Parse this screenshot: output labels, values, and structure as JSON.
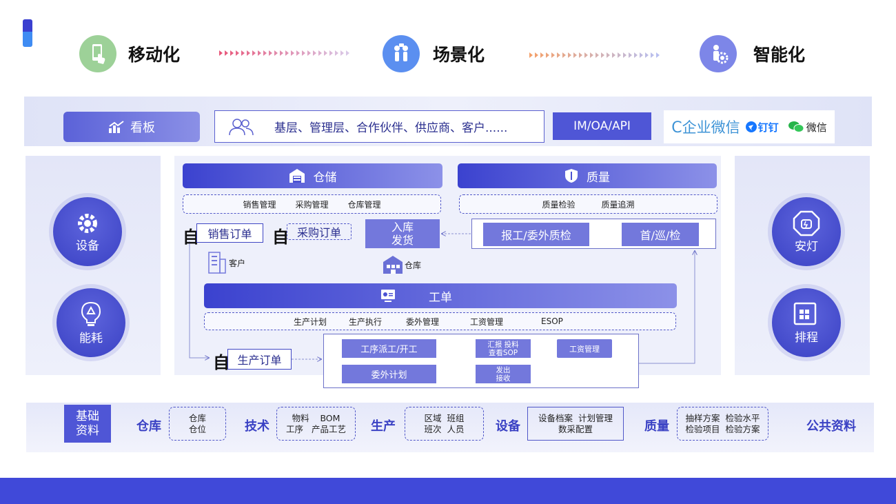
{
  "top": {
    "items": [
      {
        "label": "移动化",
        "icon": "mobile-hand-icon",
        "color": "#7fc17a"
      },
      {
        "label": "场景化",
        "icon": "people-scene-icon",
        "color": "#5b8ff0"
      },
      {
        "label": "智能化",
        "icon": "robot-gear-icon",
        "color": "#7d86e8"
      }
    ]
  },
  "access": {
    "kanban": "看板",
    "users": "基层、管理层、合作伙伴、供应商、客户......",
    "im": "IM/OA/API",
    "apps": {
      "wecom": "企业微信",
      "dingtalk": "钉钉",
      "wechat": "微信"
    }
  },
  "left": {
    "device": "设备",
    "energy": "能耗"
  },
  "right": {
    "andon": "安灯",
    "schedule": "排程"
  },
  "warehouse": {
    "title": "仓储",
    "subs": [
      "销售管理",
      "采购管理",
      "仓库管理"
    ],
    "sales_order": "销售订单",
    "purchase_order": "采购订单",
    "inout": [
      "入库",
      "发货"
    ],
    "customer": "客户",
    "store": "仓库",
    "zi": "自"
  },
  "quality": {
    "title": "质量",
    "subs": [
      "质量检验",
      "质量追溯"
    ],
    "report": "报工/委外质检",
    "first": "首/巡/检"
  },
  "workorder": {
    "title": "工单",
    "subs": [
      "生产计划",
      "生产执行",
      "委外管理",
      "工资管理",
      "ESOP"
    ],
    "prod_order": "生产订单",
    "dispatch": "工序派工/开工",
    "report_feed": [
      "汇报  投料",
      "查看SOP"
    ],
    "wage": "工资管理",
    "outsource_plan": "委外计划",
    "send_recv": [
      "发出",
      "接收"
    ]
  },
  "base": {
    "title": [
      "基础",
      "资料"
    ],
    "groups": [
      {
        "label": "仓库",
        "lines": [
          "仓库",
          "仓位"
        ],
        "style": "dashed"
      },
      {
        "label": "技术",
        "lines": [
          "物料    BOM",
          "工序   产品工艺"
        ],
        "style": "dashed"
      },
      {
        "label": "生产",
        "lines": [
          "区域  班组",
          "班次  人员"
        ],
        "style": "dashed"
      },
      {
        "label": "设备",
        "lines": [
          "设备档案  计划管理",
          "数采配置"
        ],
        "style": "solid"
      },
      {
        "label": "质量",
        "lines": [
          "抽样方案  检验水平",
          "检验项目  检验方案"
        ],
        "style": "dashed"
      }
    ],
    "public": "公共资料"
  },
  "colors": {
    "primary": "#4049d9",
    "accent": "#3f8cf3",
    "light": "#eef0fb"
  }
}
